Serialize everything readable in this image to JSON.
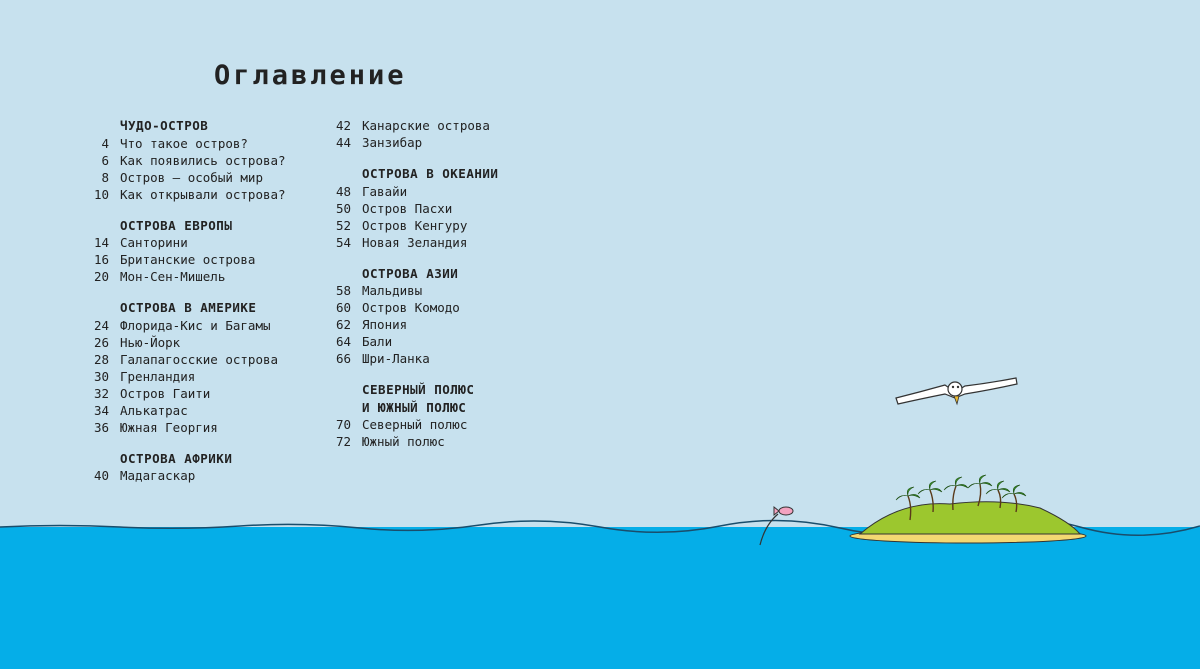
{
  "title": "Оглавление",
  "left_sections": [
    {
      "heading": "ЧУДО-ОСТРОВ",
      "items": [
        {
          "page": "4",
          "label": "Что такое остров?"
        },
        {
          "page": "6",
          "label": "Как появились острова?"
        },
        {
          "page": "8",
          "label": "Остров – особый мир"
        },
        {
          "page": "10",
          "label": "Как открывали острова?"
        }
      ]
    },
    {
      "heading": "ОСТРОВА ЕВРОПЫ",
      "items": [
        {
          "page": "14",
          "label": "Санторини"
        },
        {
          "page": "16",
          "label": "Британские острова"
        },
        {
          "page": "20",
          "label": "Мон-Сен-Мишель"
        }
      ]
    },
    {
      "heading": "ОСТРОВА В АМЕРИКЕ",
      "items": [
        {
          "page": "24",
          "label": "Флорида-Кис и Багамы"
        },
        {
          "page": "26",
          "label": "Нью-Йорк"
        },
        {
          "page": "28",
          "label": "Галапагосские острова"
        },
        {
          "page": "30",
          "label": "Гренландия"
        },
        {
          "page": "32",
          "label": "Остров Гаити"
        },
        {
          "page": "34",
          "label": "Алькатрас"
        },
        {
          "page": "36",
          "label": "Южная Георгия"
        }
      ]
    },
    {
      "heading": "ОСТРОВА АФРИКИ",
      "items": [
        {
          "page": "40",
          "label": "Мадагаскар"
        }
      ]
    }
  ],
  "right_sections": [
    {
      "heading": "",
      "items": [
        {
          "page": "42",
          "label": "Канарские острова"
        },
        {
          "page": "44",
          "label": "Занзибар"
        }
      ]
    },
    {
      "heading": "ОСТРОВА В ОКЕАНИИ",
      "items": [
        {
          "page": "48",
          "label": "Гавайи"
        },
        {
          "page": "50",
          "label": "Остров Пасхи"
        },
        {
          "page": "52",
          "label": "Остров Кенгуру"
        },
        {
          "page": "54",
          "label": "Новая Зеландия"
        }
      ]
    },
    {
      "heading": "ОСТРОВА АЗИИ",
      "items": [
        {
          "page": "58",
          "label": "Мальдивы"
        },
        {
          "page": "60",
          "label": "Остров Комодо"
        },
        {
          "page": "62",
          "label": "Япония"
        },
        {
          "page": "64",
          "label": "Бали"
        },
        {
          "page": "66",
          "label": "Шри-Ланка"
        }
      ]
    },
    {
      "heading": "СЕВЕРНЫЙ ПОЛЮС\nИ ЮЖНЫЙ ПОЛЮС",
      "items": [
        {
          "page": "70",
          "label": "Северный полюс"
        },
        {
          "page": "72",
          "label": "Южный полюс"
        }
      ]
    }
  ],
  "colors": {
    "sky": "#c7e1ee",
    "sea": "#05aee8",
    "island": "#9cc72e",
    "sand": "#f3d873"
  },
  "icons": [
    "seagull-icon",
    "island-palms-icon",
    "fish-icon"
  ]
}
